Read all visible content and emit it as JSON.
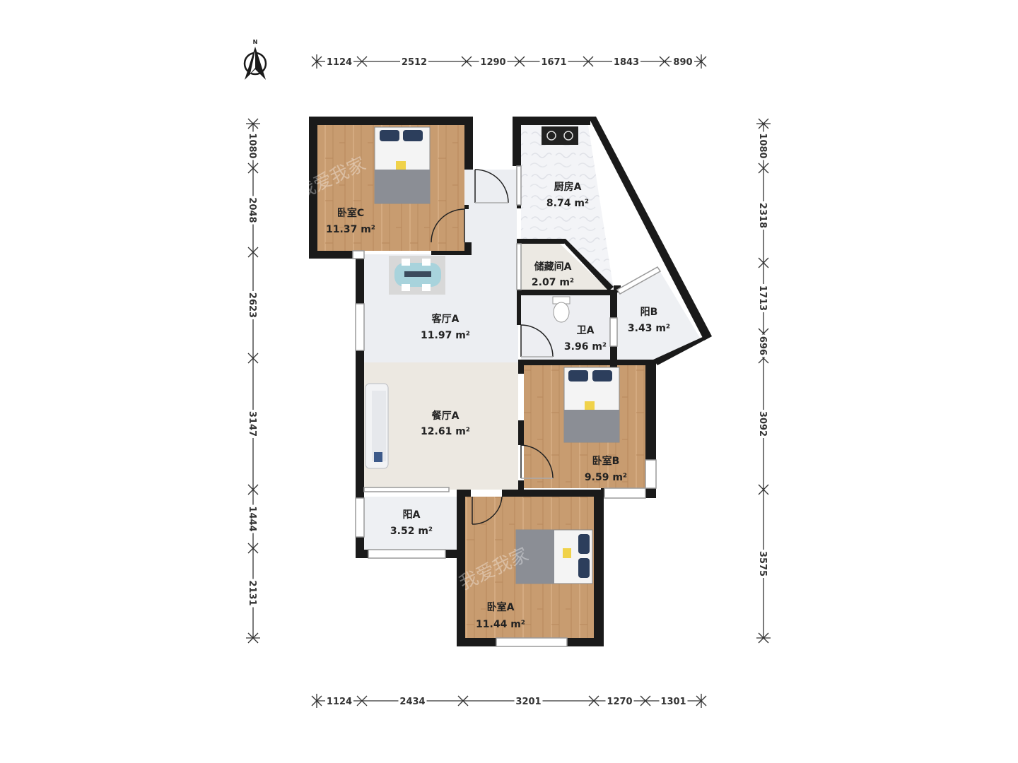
{
  "compass": {
    "label": "N",
    "icon": "north-arrow-icon"
  },
  "dimensions": {
    "top": [
      "1124",
      "2512",
      "1290",
      "1671",
      "1843",
      "890"
    ],
    "bottom": [
      "1124",
      "2434",
      "3201",
      "1270",
      "1301"
    ],
    "left": [
      "1080",
      "2048",
      "2623",
      "3147",
      "1444",
      "2131"
    ],
    "right": [
      "1080",
      "2318",
      "1713",
      "696",
      "3092",
      "3575"
    ]
  },
  "rooms": {
    "bedroom_c": {
      "name": "卧室C",
      "area": "11.37 m²"
    },
    "kitchen": {
      "name": "厨房A",
      "area": "8.74 m²"
    },
    "storage": {
      "name": "储藏间A",
      "area": "2.07 m²"
    },
    "living": {
      "name": "客厅A",
      "area": "11.97 m²"
    },
    "bath": {
      "name": "卫A",
      "area": "3.96 m²"
    },
    "balcony_b": {
      "name": "阳B",
      "area": "3.43 m²"
    },
    "dining": {
      "name": "餐厅A",
      "area": "12.61 m²"
    },
    "bedroom_b": {
      "name": "卧室B",
      "area": "9.59 m²"
    },
    "balcony_a": {
      "name": "阳A",
      "area": "3.52 m²"
    },
    "bedroom_a": {
      "name": "卧室A",
      "area": "11.44 m²"
    }
  },
  "watermark": "我爱我家",
  "colors": {
    "wall": "#1a1a1a",
    "wood": "#c79d72",
    "tile": "#eceef2",
    "dining_floor": "#ece8e1",
    "kitchen_tile": "#f2f3f6",
    "bath_tile": "#edeef2"
  }
}
